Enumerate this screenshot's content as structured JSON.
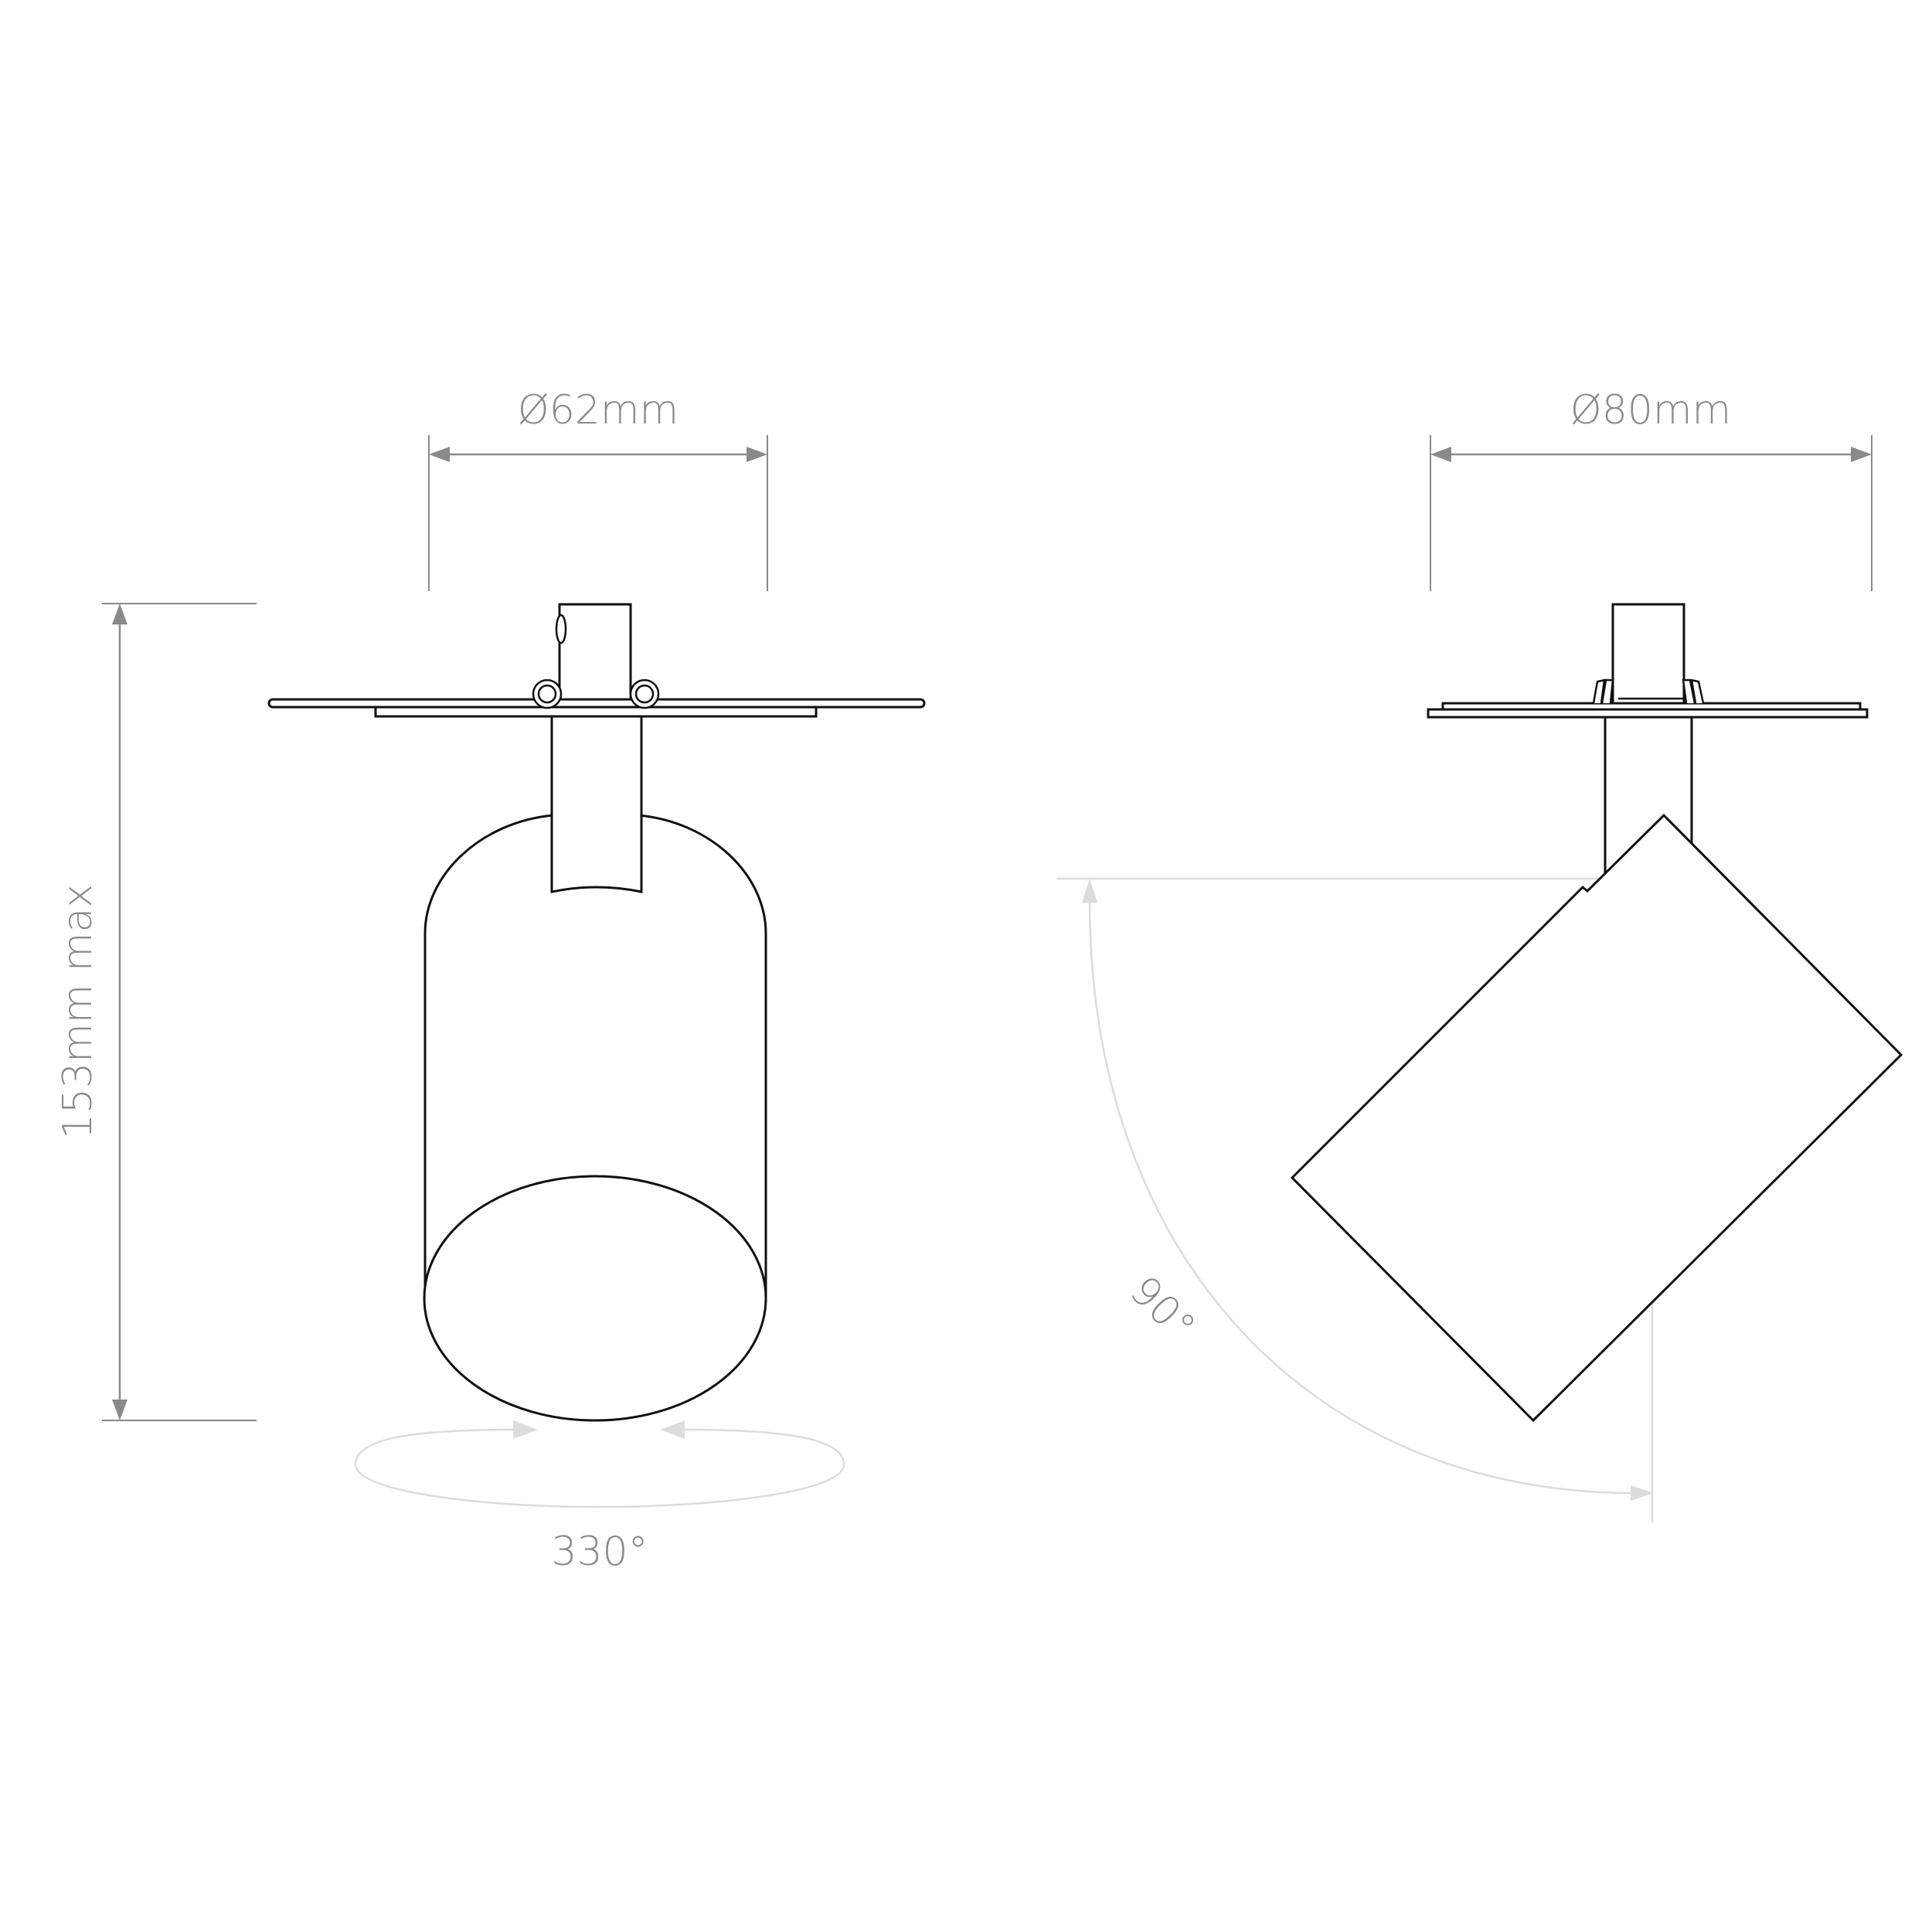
{
  "front_view": {
    "width_label": "Ø62mm",
    "height_label": "153mm max",
    "rotation_label": "330°"
  },
  "side_view": {
    "width_label": "Ø80mm",
    "tilt_label": "90°"
  }
}
